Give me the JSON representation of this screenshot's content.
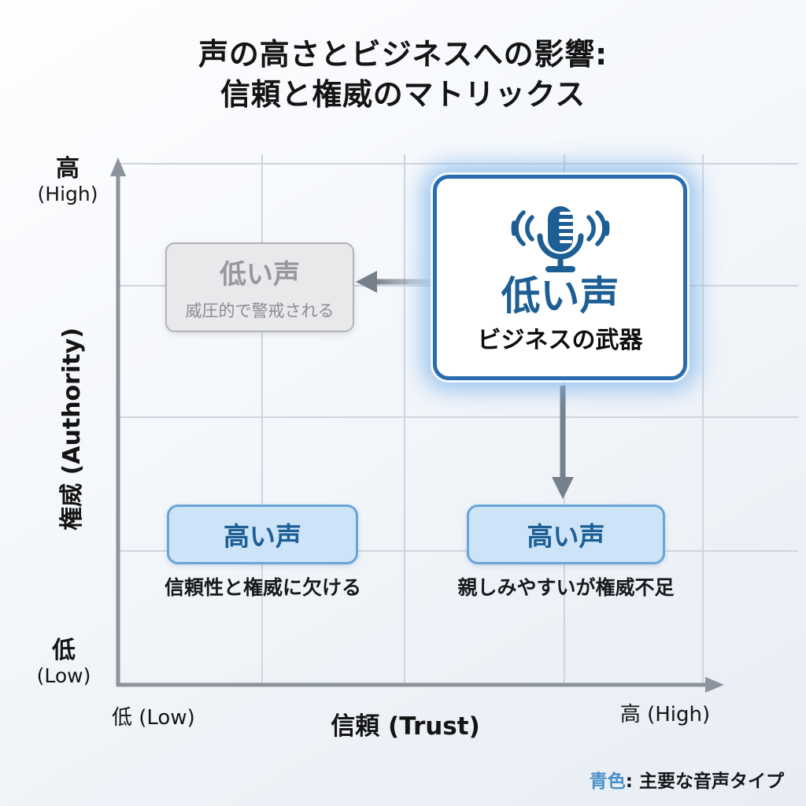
{
  "title": {
    "line1": "声の高さとビジネスへの影響:",
    "line2": "信頼と権威のマトリックス"
  },
  "y_axis": {
    "label": "権威 (Authority)",
    "top_tick": "高",
    "top_tick_en": "(High)",
    "bottom_tick": "低",
    "bottom_tick_en": "(Low)"
  },
  "x_axis": {
    "label": "信頼 (Trust)",
    "left_tick": "低 (Low)",
    "right_tick": "高 (High)"
  },
  "quadrants": {
    "top_left": {
      "title": "低い声",
      "subtitle": "威圧的で警戒される"
    },
    "top_right": {
      "icon": "microphone-soundwaves-icon",
      "title": "低い声",
      "subtitle": "ビジネスの武器"
    },
    "bottom_left": {
      "title": "高い声",
      "caption": "信頼性と権威に欠ける"
    },
    "bottom_right": {
      "title": "高い声",
      "caption": "親しみやすいが権威不足"
    }
  },
  "legend": {
    "term": "青色",
    "rest": ": 主要な音声タイプ"
  },
  "colors": {
    "accent_blue": "#2a6cae",
    "deep_blue": "#1d5e95",
    "light_blue_fill": "#cde3f8",
    "light_blue_border": "#69a4da",
    "gray_fill": "#e9e9ec",
    "gray_border": "#b2b2b8",
    "gray_title": "#97979d",
    "axis_gray": "#8d939c",
    "grid_gray": "#cfd5de",
    "arrow_gray": "#76808d",
    "legend_blue": "#4b8fc9"
  }
}
